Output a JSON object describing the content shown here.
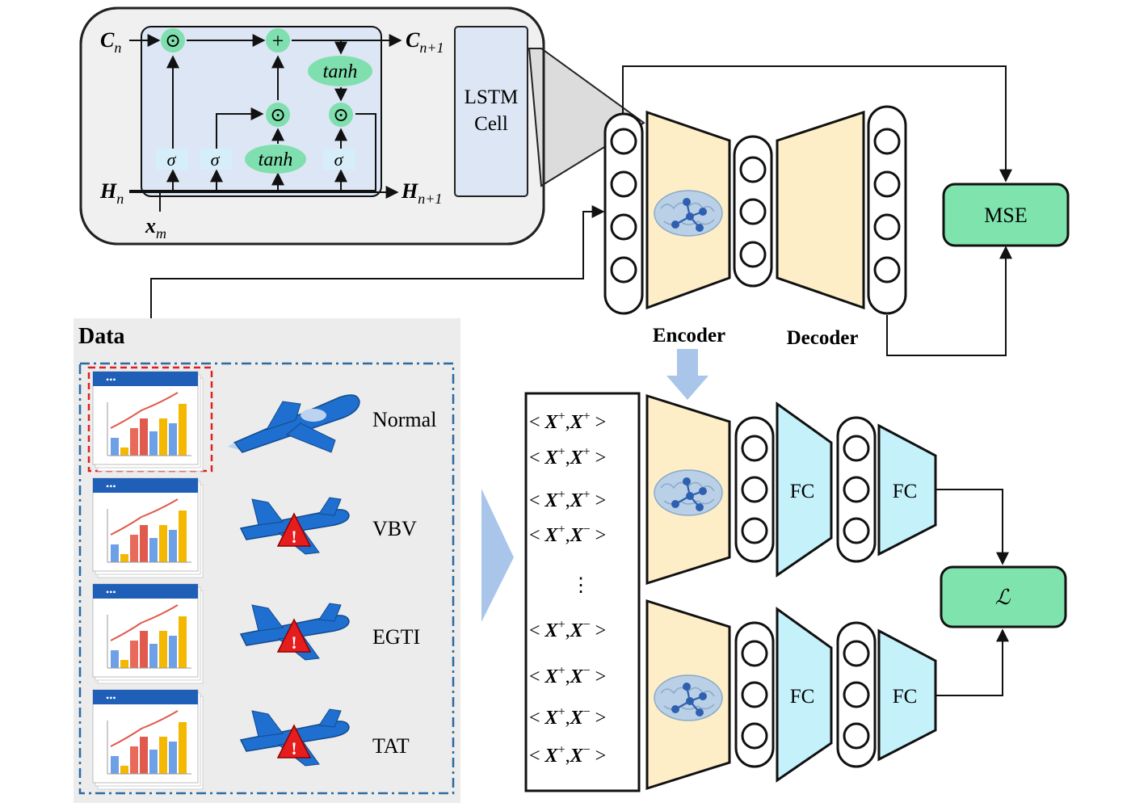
{
  "lstm": {
    "c_in": "C",
    "c_in_sub": "n",
    "c_out": "C",
    "c_out_sub": "n+1",
    "h_in": "H",
    "h_in_sub": "n",
    "h_out": "H",
    "h_out_sub": "n+1",
    "x_in": "x",
    "x_in_sub": "m",
    "sigma": "σ",
    "tanh": "tanh",
    "odot": "⊙",
    "plus": "+",
    "cell_label_1": "LSTM",
    "cell_label_2": "Cell"
  },
  "autoencoder": {
    "encoder_label": "Encoder",
    "decoder_label": "Decoder",
    "loss_label": "MSE"
  },
  "data_panel": {
    "title": "Data",
    "classes": [
      "Normal",
      "VBV",
      "EGTI",
      "TAT"
    ],
    "card_dots": "•••"
  },
  "pairs": {
    "items": [
      {
        "a": "X",
        "a_sup": "+",
        "b": "X",
        "b_sup": "+"
      },
      {
        "a": "X",
        "a_sup": "+",
        "b": "X",
        "b_sup": "+"
      },
      {
        "a": "X",
        "a_sup": "+",
        "b": "X",
        "b_sup": "+"
      },
      {
        "a": "X",
        "a_sup": "+",
        "b": "X",
        "b_sup": "−"
      },
      {
        "a": "X",
        "a_sup": "+",
        "b": "X",
        "b_sup": "−"
      },
      {
        "a": "X",
        "a_sup": "+",
        "b": "X",
        "b_sup": "−"
      },
      {
        "a": "X",
        "a_sup": "+",
        "b": "X",
        "b_sup": "−"
      },
      {
        "a": "X",
        "a_sup": "+",
        "b": "X",
        "b_sup": "−"
      }
    ],
    "ellipsis": "⋮"
  },
  "siamese": {
    "fc_label": "FC",
    "loss_label": "ℒ"
  },
  "colors": {
    "lstm_bg": "#f0f0f0",
    "lstm_inner": "#dce6f4",
    "gate_green": "#80dfae",
    "sigma_box": "#d6eefa",
    "encoder_fill": "#fdeec8",
    "fc_fill": "#c4f1fa",
    "loss_fill": "#7fe3ad",
    "data_bg": "#ececec",
    "dash_blue": "#2c6aa0",
    "plane_blue": "#1e6fd0",
    "warning_red": "#e61d1d",
    "arrow_blue": "#a9c6ea"
  }
}
